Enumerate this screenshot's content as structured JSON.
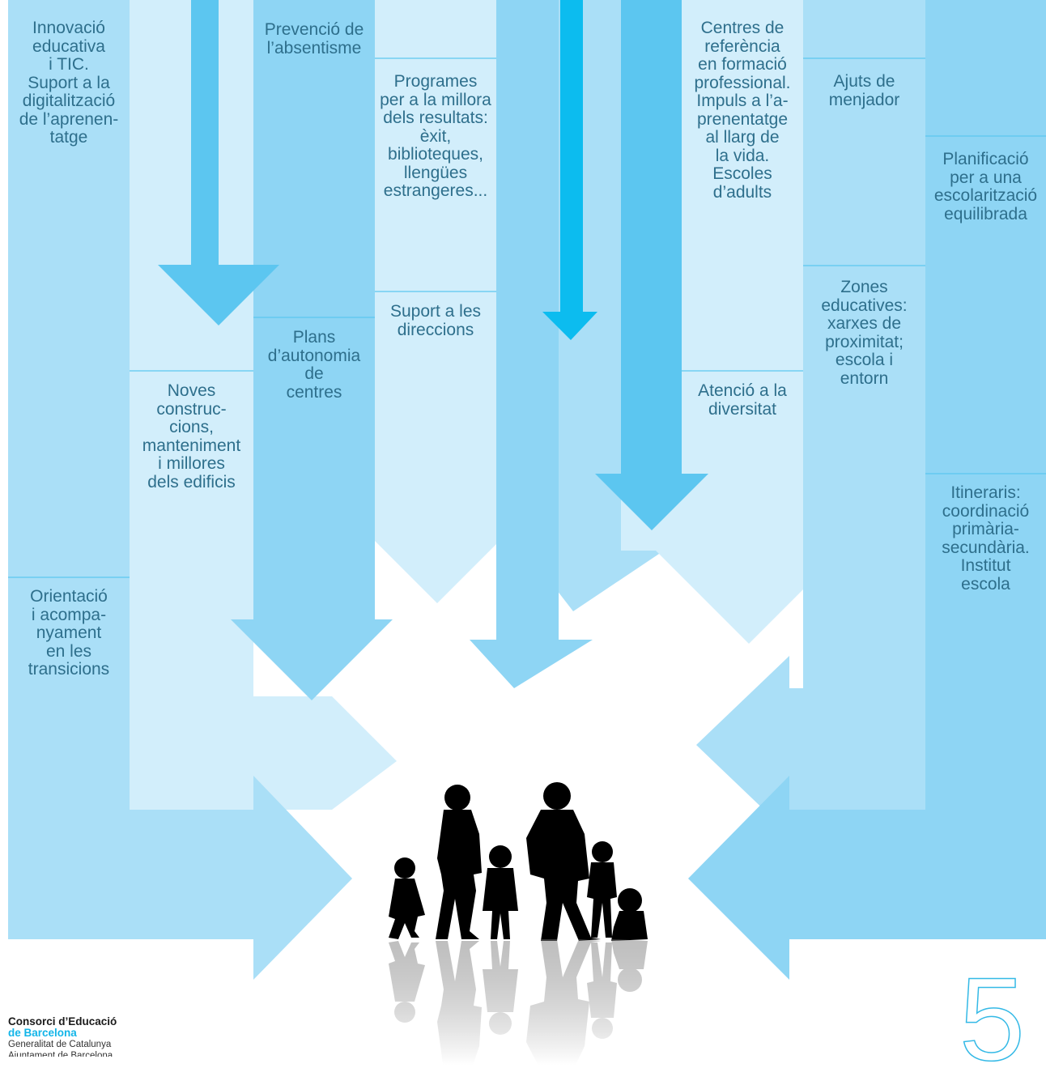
{
  "labels": {
    "innovacio": "Innovació\neducativa\ni TIC.\nSuport a la\ndigitalització\nde l’aprenen-\ntatge",
    "orientacio": "Orientació\ni acompa-\nnyament\nen les\ntransicions",
    "noves_construccions": "Noves\nconstruc-\ncions,\nmanteniment\ni millores\ndels edificis",
    "prevencio": "Prevenció de\nl’absentisme",
    "plans_autonomia": "Plans\nd’autonomia\nde\ncentres",
    "programes": "Programes\nper a la millora\ndels resultats:\nèxit,\nbiblioteques,\nllengües\nestrangeres...",
    "suport_direccions": "Suport a les\ndireccions",
    "centres_referencia": "Centres de\nreferència\nen formació\nprofessional.\nImpuls a l’a-\nprenentatge\nal llarg de\nla vida.\nEscoles\nd’adults",
    "atencio_diversitat": "Atenció a la\ndiversitat",
    "ajuts_menjador": "Ajuts de\nmenjador",
    "zones_educatives": "Zones\neducatives:\nxarxes de\nproximitat;\nescola i\nentorn",
    "planificacio": "Planificació\nper a una\nescolarització\nequilibrada",
    "itineraris": "Itineraris:\ncoordinació\nprimària-\nsecundària.\nInstitut\nescola"
  },
  "logo": {
    "line1": "Consorci d’Educació",
    "line2": "de Barcelona",
    "line3": "Generalitat de Catalunya",
    "line4": "Ajuntament de Barcelona"
  },
  "page_number": "5",
  "colors": {
    "dark": "#8ed5f4",
    "mid": "#aadff7",
    "light": "#d2eefb",
    "vivid": "#5cc6f0",
    "cyan": "#0cbcef",
    "line": "#5cc8ef",
    "text": "#2e6f8c"
  }
}
